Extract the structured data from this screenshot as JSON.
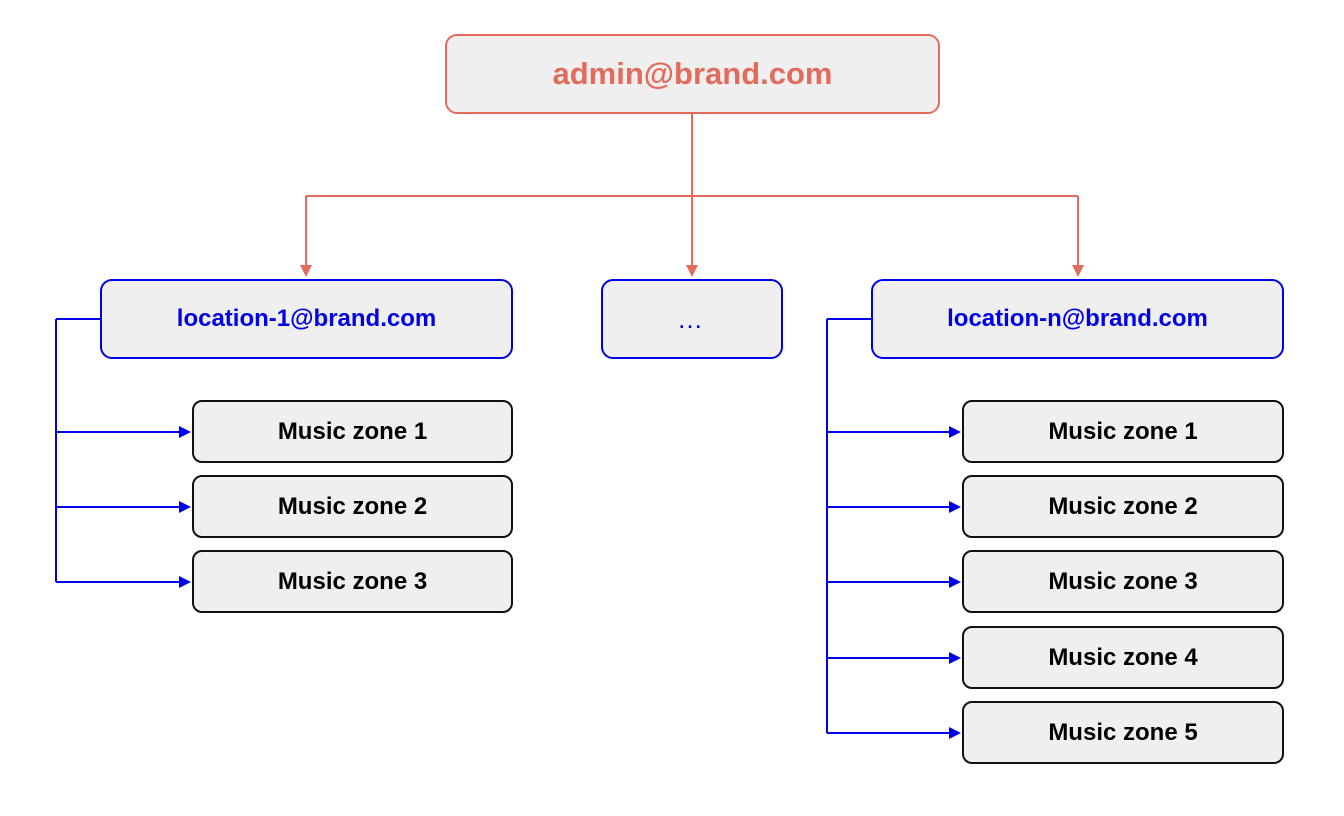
{
  "colors": {
    "admin": "#e36b5c",
    "location": "#0000e8",
    "zone_border": "#111111",
    "node_fill": "#efefef",
    "zone_text": "#000000"
  },
  "admin": {
    "label": "admin@brand.com"
  },
  "locations": [
    {
      "label": "location-1@brand.com",
      "zones": [
        "Music zone 1",
        "Music zone 2",
        "Music zone 3"
      ]
    },
    {
      "label": "…",
      "zones": []
    },
    {
      "label": "location-n@brand.com",
      "zones": [
        "Music zone 1",
        "Music zone 2",
        "Music zone 3",
        "Music zone 4",
        "Music zone 5"
      ]
    }
  ]
}
